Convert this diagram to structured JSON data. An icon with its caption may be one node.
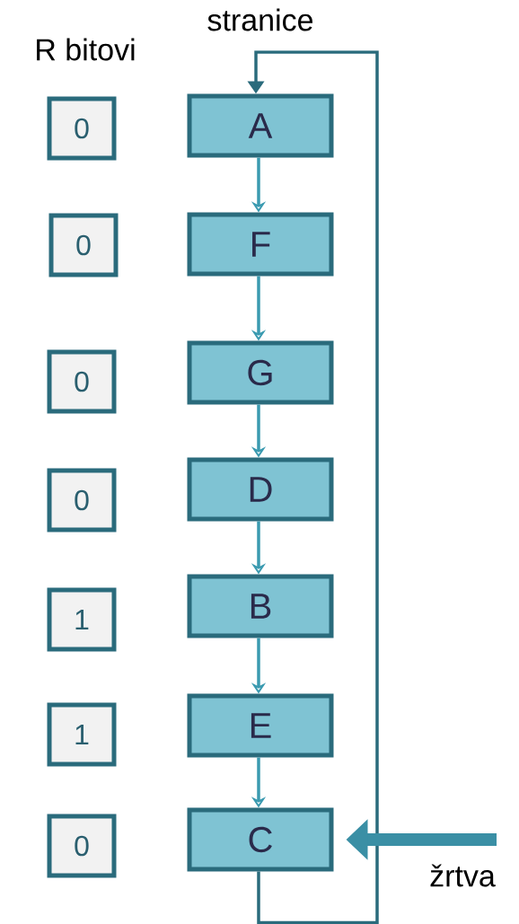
{
  "diagram": {
    "nodes": [
      {
        "text": [
          "A"
        ]
      },
      {
        "text": [
          "F"
        ]
      },
      {
        "text": [
          "G"
        ]
      },
      {
        "text": [
          "D"
        ]
      },
      {
        "text": [
          "B"
        ]
      },
      {
        "text": [
          "E"
        ]
      },
      {
        "text": [
          "C"
        ]
      },
      {
        "text": [
          "0"
        ]
      },
      {
        "text": [
          "0"
        ]
      },
      {
        "text": [
          "0"
        ]
      },
      {
        "text": [
          "0"
        ]
      },
      {
        "text": [
          "1"
        ]
      },
      {
        "text": [
          "1"
        ]
      },
      {
        "text": [
          "0"
        ]
      },
      {
        "text": [
          "žrtva"
        ]
      }
    ],
    "edges": [
      {
        "from": 0,
        "to": 1,
        "arrow": "to"
      },
      {
        "from": 1,
        "to": 2,
        "arrow": "to"
      },
      {
        "from": 2,
        "to": 3,
        "arrow": "to"
      },
      {
        "from": 3,
        "to": 4,
        "arrow": "to"
      },
      {
        "from": 4,
        "to": 5,
        "arrow": "to"
      },
      {
        "from": 5,
        "to": 6,
        "arrow": "to"
      },
      {
        "from": 6,
        "to": 0,
        "arrow": "to",
        "color": "#2a6b7c"
      },
      {
        "from": 14,
        "to": 6,
        "arrow": "to",
        "style": "thick",
        "color": "#3a8fa5"
      }
    ],
    "labels": [
      "stranice",
      "R bitovi"
    ]
  }
}
